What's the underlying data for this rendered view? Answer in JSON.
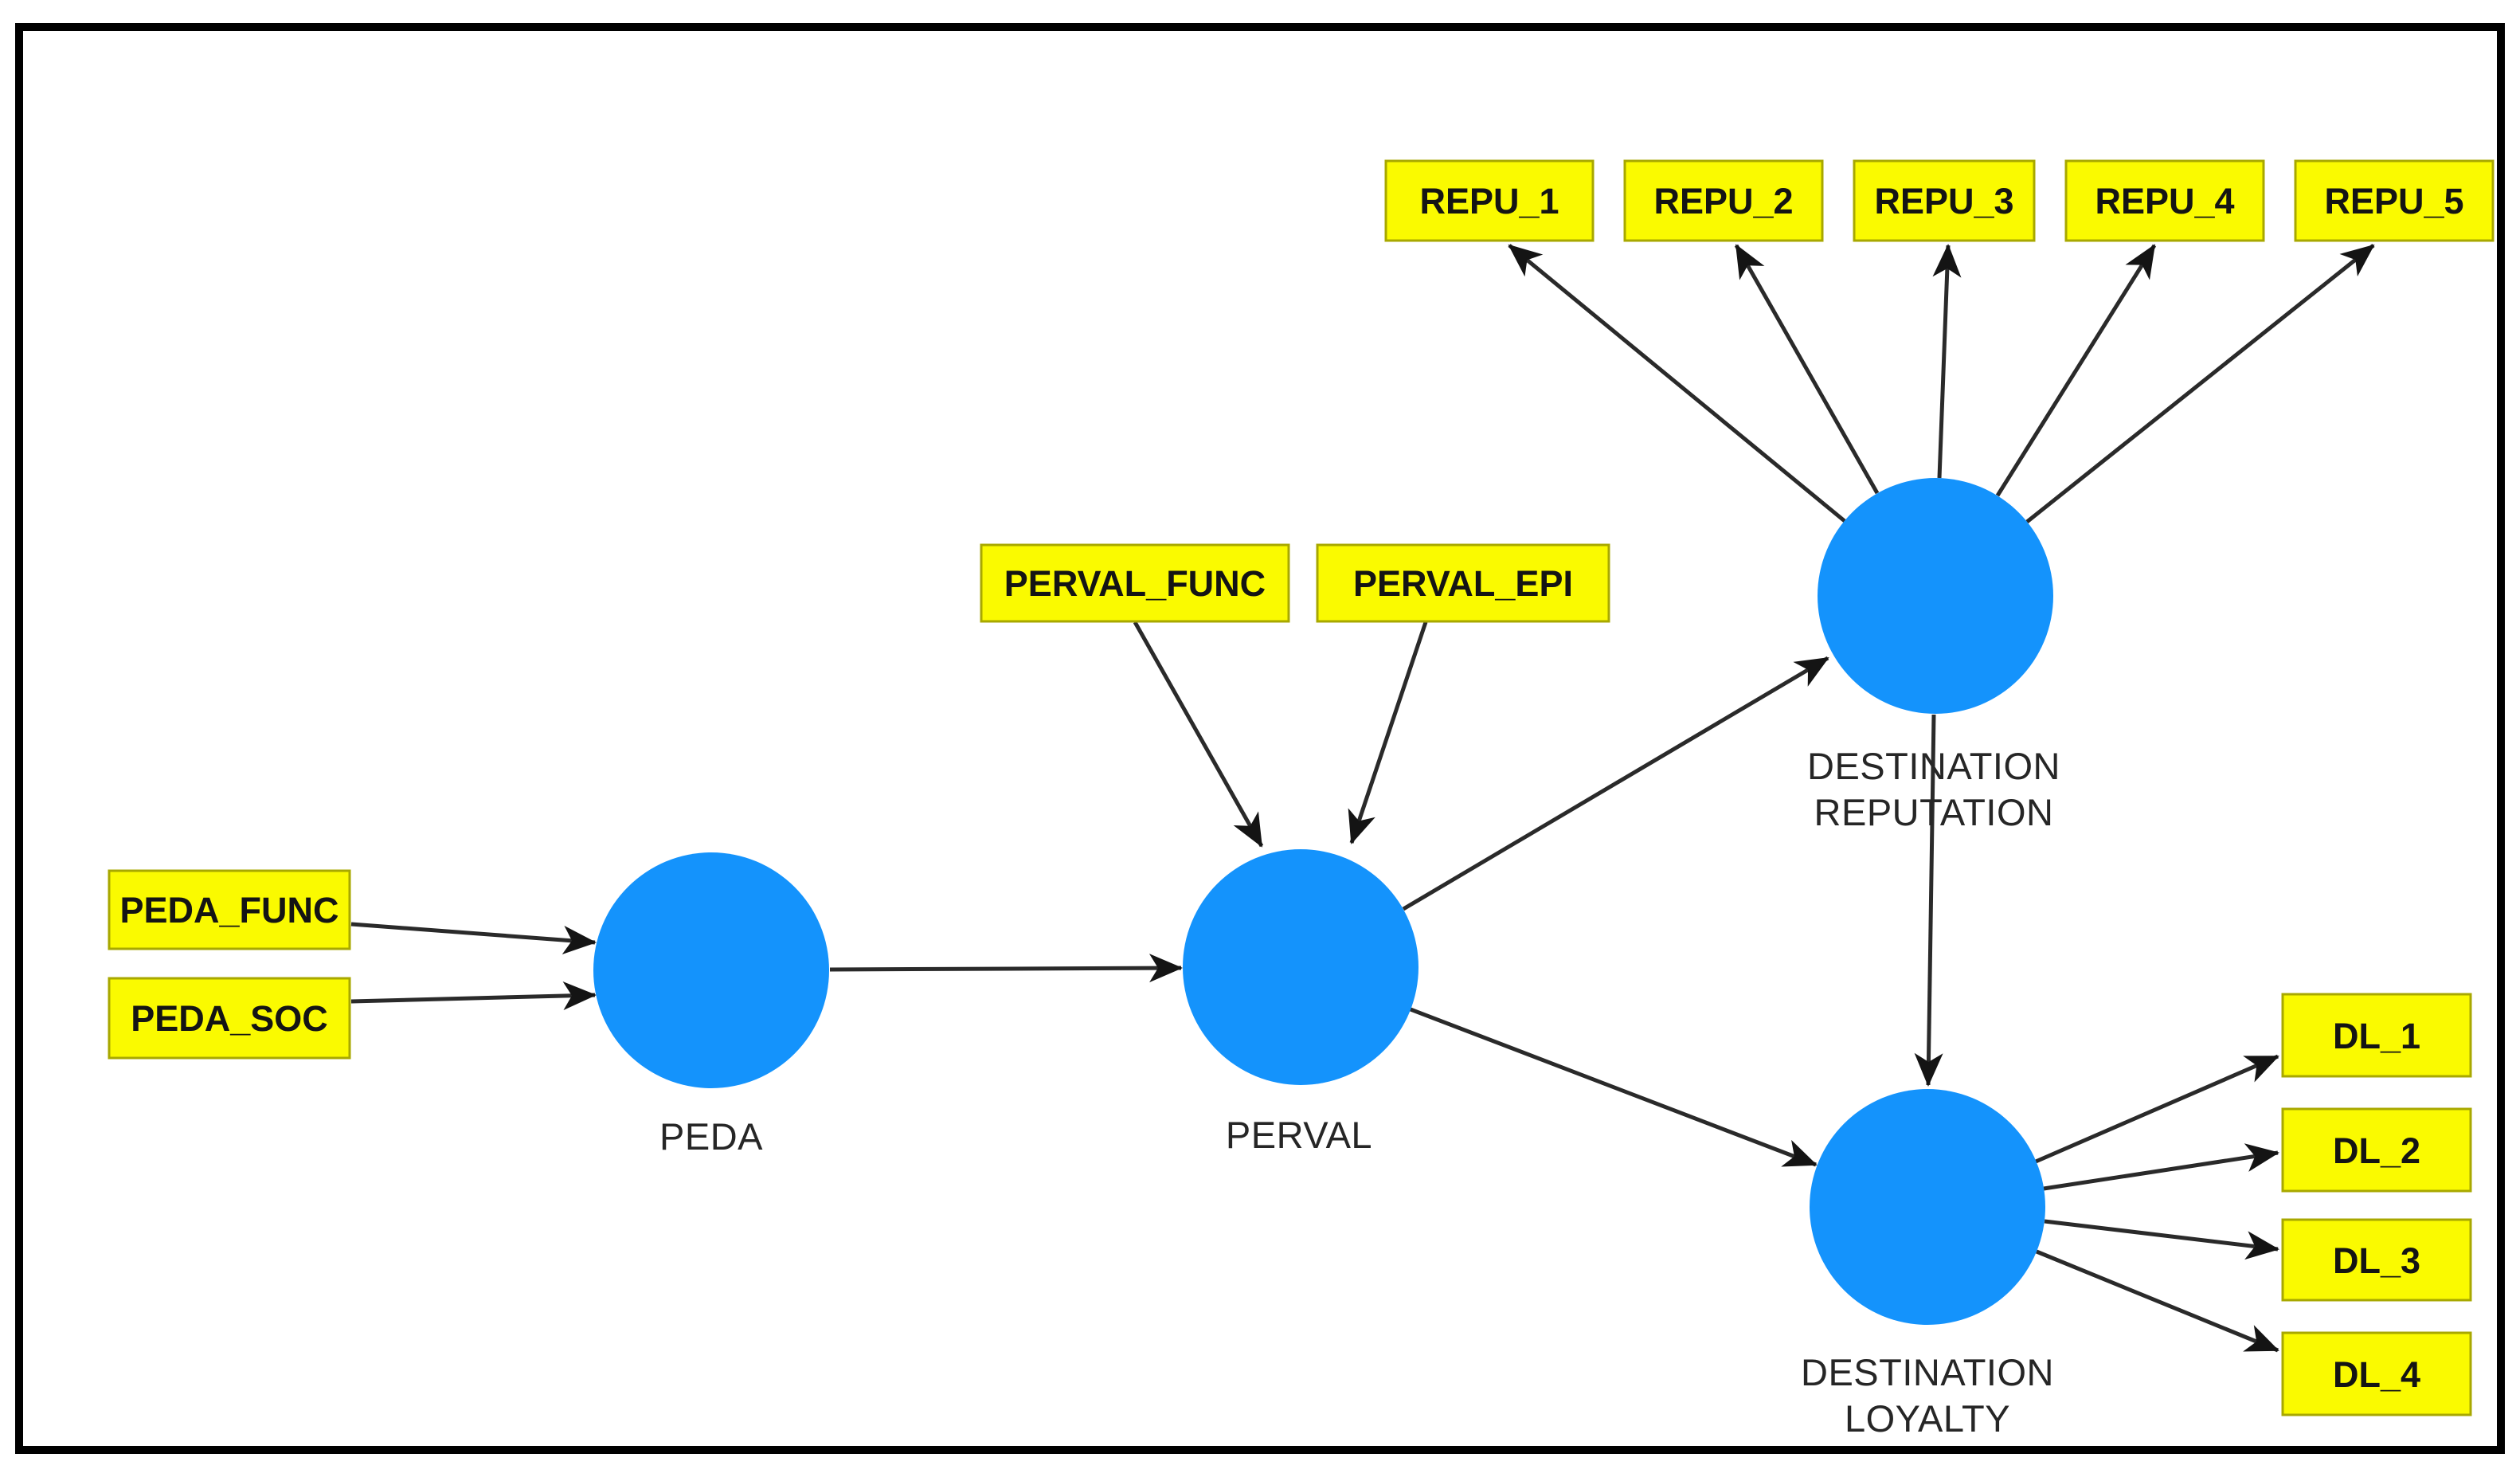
{
  "diagram": {
    "type": "structural-equation-model-path-diagram",
    "colors": {
      "construct_fill": "#1493FC",
      "indicator_fill": "#FAFA00",
      "indicator_border": "#A8A800",
      "edge": "#2A2A2A",
      "arrowhead": "#141414",
      "frame": "#000000",
      "canvas": "#FFFFFF",
      "construct_label_text": "#262626",
      "indicator_label_text": "#141414"
    },
    "constructs": {
      "peda": {
        "label": "PEDA"
      },
      "perval": {
        "label": "PERVAL"
      },
      "destination_reputation": {
        "line1": "DESTINATION",
        "line2": "REPUTATION"
      },
      "destination_loyalty": {
        "line1": "DESTINATION",
        "line2": "LOYALTY"
      }
    },
    "indicators": {
      "peda_func": {
        "label": "PEDA_FUNC"
      },
      "peda_soc": {
        "label": "PEDA_SOC"
      },
      "perval_func": {
        "label": "PERVAL_FUNC"
      },
      "perval_epi": {
        "label": "PERVAL_EPI"
      },
      "repu_1": {
        "label": "REPU_1"
      },
      "repu_2": {
        "label": "REPU_2"
      },
      "repu_3": {
        "label": "REPU_3"
      },
      "repu_4": {
        "label": "REPU_4"
      },
      "repu_5": {
        "label": "REPU_5"
      },
      "dl_1": {
        "label": "DL_1"
      },
      "dl_2": {
        "label": "DL_2"
      },
      "dl_3": {
        "label": "DL_3"
      },
      "dl_4": {
        "label": "DL_4"
      }
    },
    "relationships": [
      {
        "from": "PEDA_FUNC",
        "to": "PEDA"
      },
      {
        "from": "PEDA_SOC",
        "to": "PEDA"
      },
      {
        "from": "PEDA",
        "to": "PERVAL"
      },
      {
        "from": "PERVAL_FUNC",
        "to": "PERVAL"
      },
      {
        "from": "PERVAL_EPI",
        "to": "PERVAL"
      },
      {
        "from": "PERVAL",
        "to": "DESTINATION REPUTATION"
      },
      {
        "from": "PERVAL",
        "to": "DESTINATION LOYALTY"
      },
      {
        "from": "DESTINATION REPUTATION",
        "to": "DESTINATION LOYALTY"
      },
      {
        "from": "DESTINATION REPUTATION",
        "to": "REPU_1"
      },
      {
        "from": "DESTINATION REPUTATION",
        "to": "REPU_2"
      },
      {
        "from": "DESTINATION REPUTATION",
        "to": "REPU_3"
      },
      {
        "from": "DESTINATION REPUTATION",
        "to": "REPU_4"
      },
      {
        "from": "DESTINATION REPUTATION",
        "to": "REPU_5"
      },
      {
        "from": "DESTINATION LOYALTY",
        "to": "DL_1"
      },
      {
        "from": "DESTINATION LOYALTY",
        "to": "DL_2"
      },
      {
        "from": "DESTINATION LOYALTY",
        "to": "DL_3"
      },
      {
        "from": "DESTINATION LOYALTY",
        "to": "DL_4"
      }
    ]
  }
}
